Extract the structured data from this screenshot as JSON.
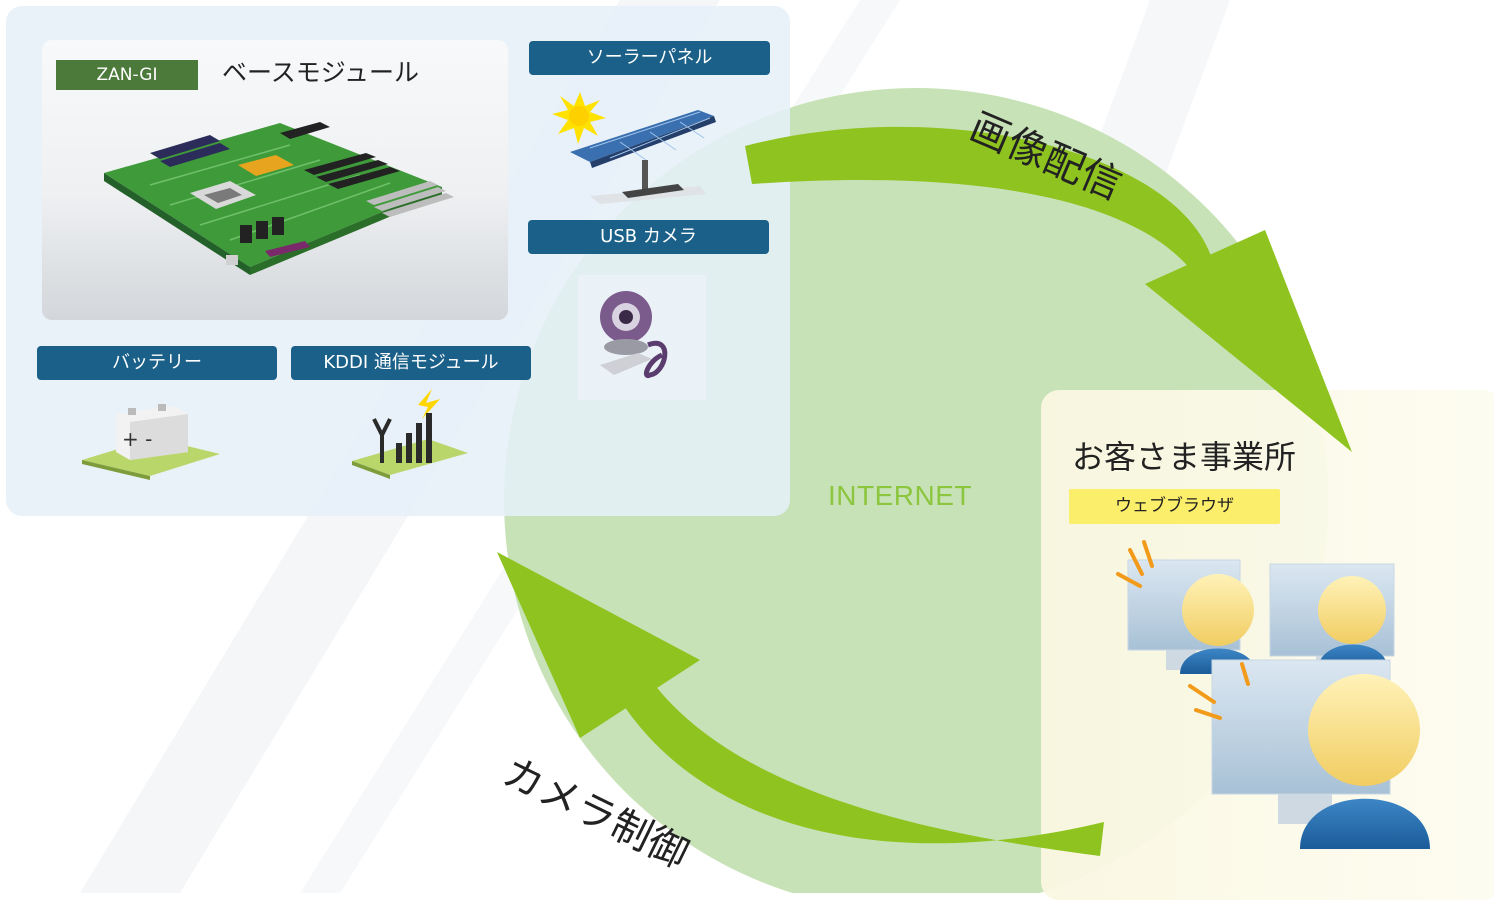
{
  "base_module": {
    "tag": "ZAN-GI",
    "title": "ベースモジュール"
  },
  "components": {
    "solar": "ソーラーパネル",
    "usb_camera": "USB カメラ",
    "battery": "バッテリー",
    "kddi": "KDDI 通信モジュール"
  },
  "network": {
    "label": "INTERNET"
  },
  "customer": {
    "title": "お客さま事業所",
    "browser": "ウェブブラウザ"
  },
  "flows": {
    "delivery": "画像配信",
    "control": "カメラ制御"
  },
  "colors": {
    "arrow_green": "#8fc31f",
    "internet_fill": "#c7e2b6",
    "label_blue": "#1a6089",
    "tag_green": "#4b7a3b",
    "browser_yellow": "#fbee6a"
  }
}
